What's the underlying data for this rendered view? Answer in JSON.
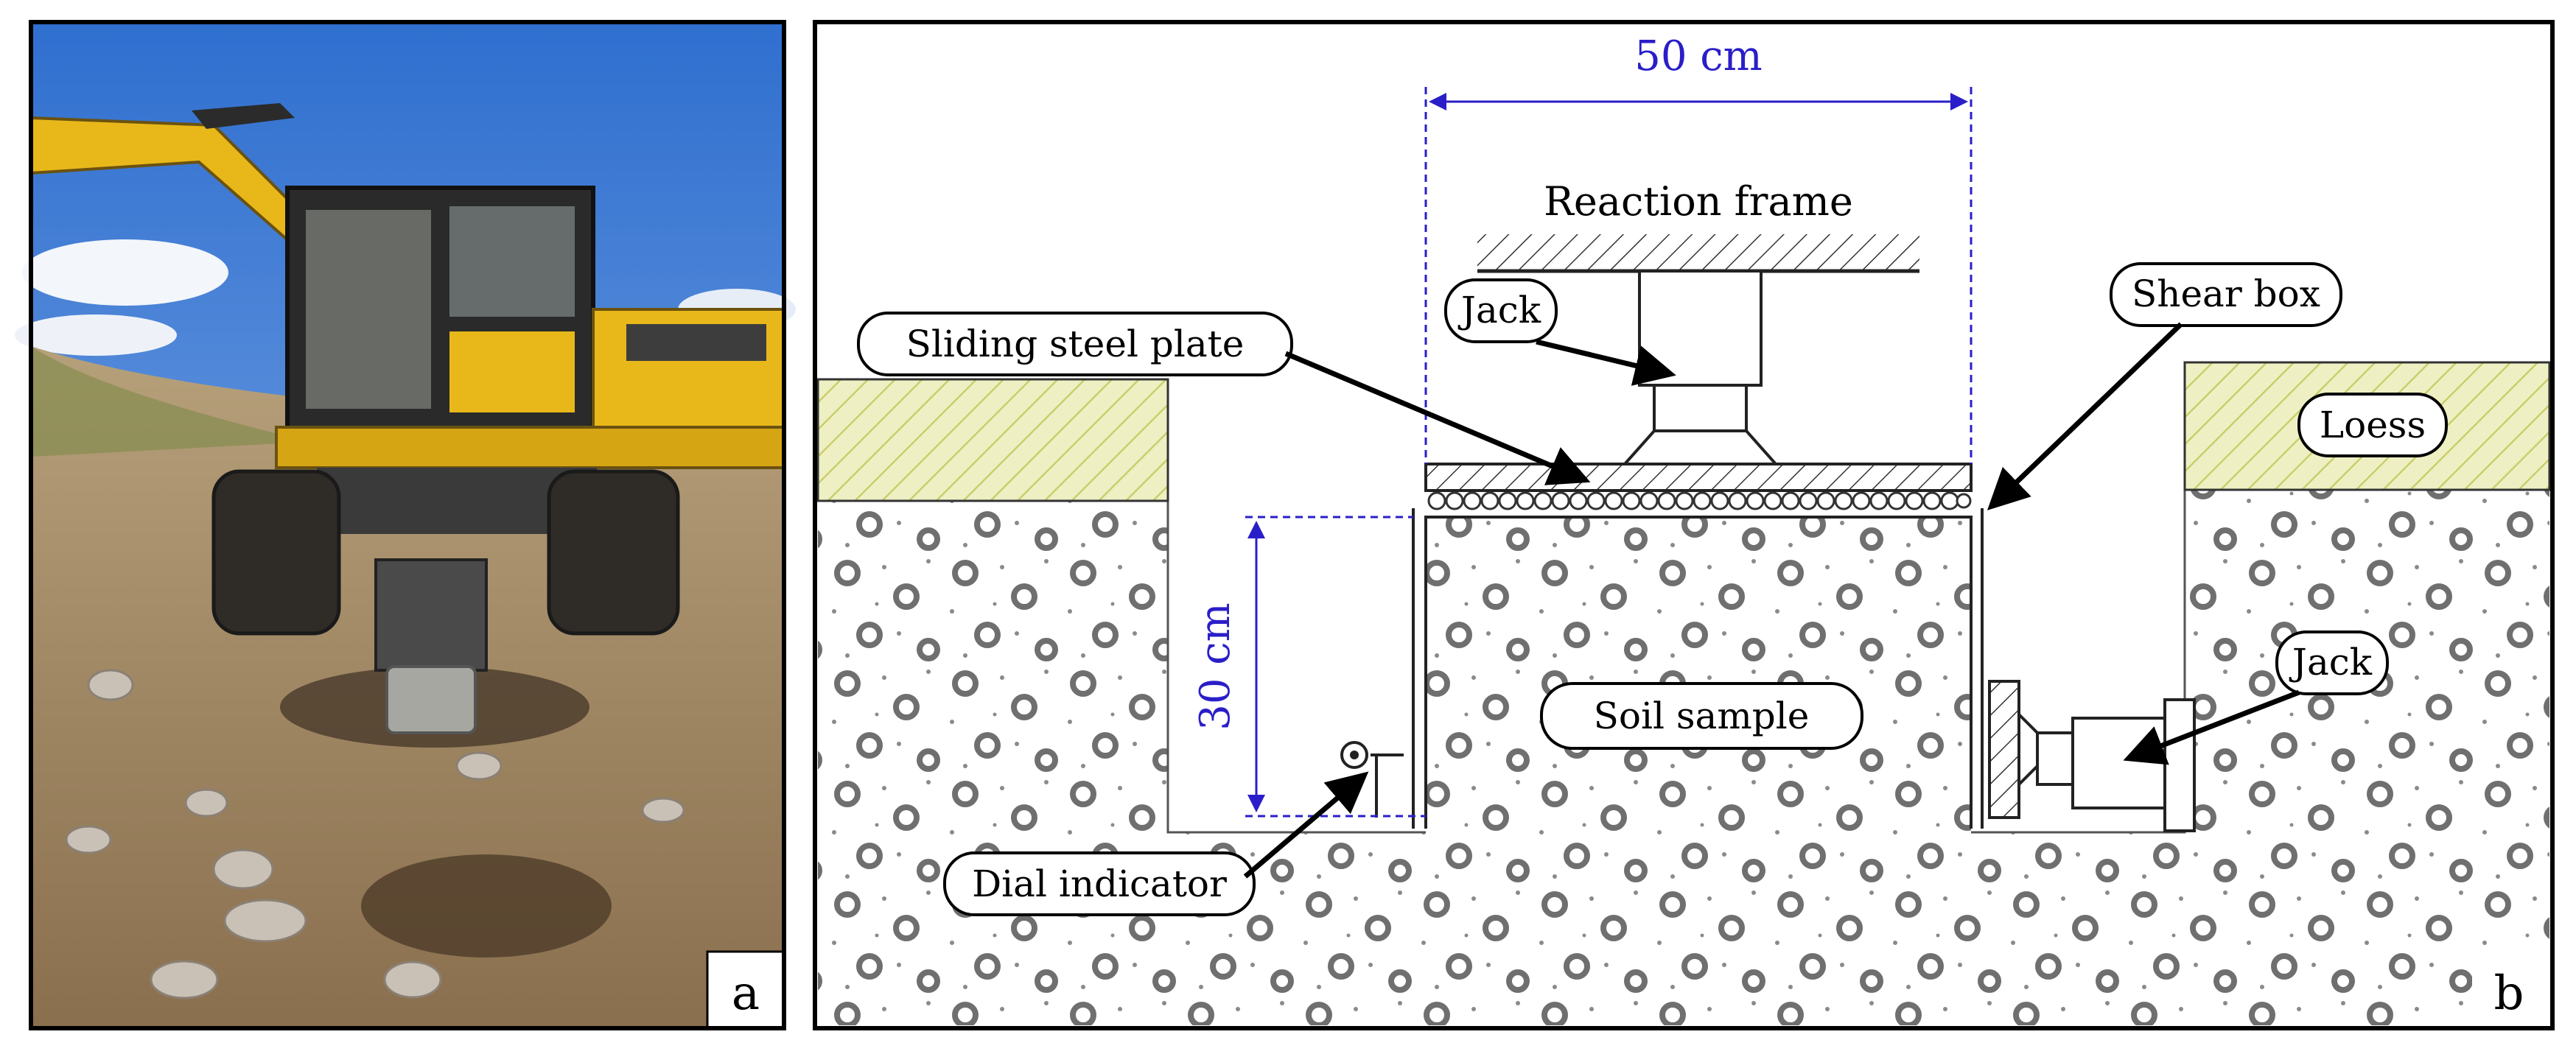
{
  "panel_a": {
    "label": "a"
  },
  "panel_b": {
    "label": "b",
    "width_dimension": "50 cm",
    "height_dimension": "30 cm",
    "labels": {
      "reaction_frame": "Reaction frame",
      "jack_top": "Jack",
      "shear_box": "Shear box",
      "sliding_steel_plate": "Sliding steel plate",
      "loess": "Loess",
      "soil_sample": "Soil sample",
      "jack_side": "Jack",
      "dial_indicator": "Dial indicator"
    }
  },
  "colors": {
    "dimension": "#2a1ec8",
    "loess_fill": "#eef0c4",
    "loess_hatch": "#c9cf6a",
    "sky": "#4f86d3",
    "excavator": "#e8b81a",
    "ground": "#a08766"
  }
}
